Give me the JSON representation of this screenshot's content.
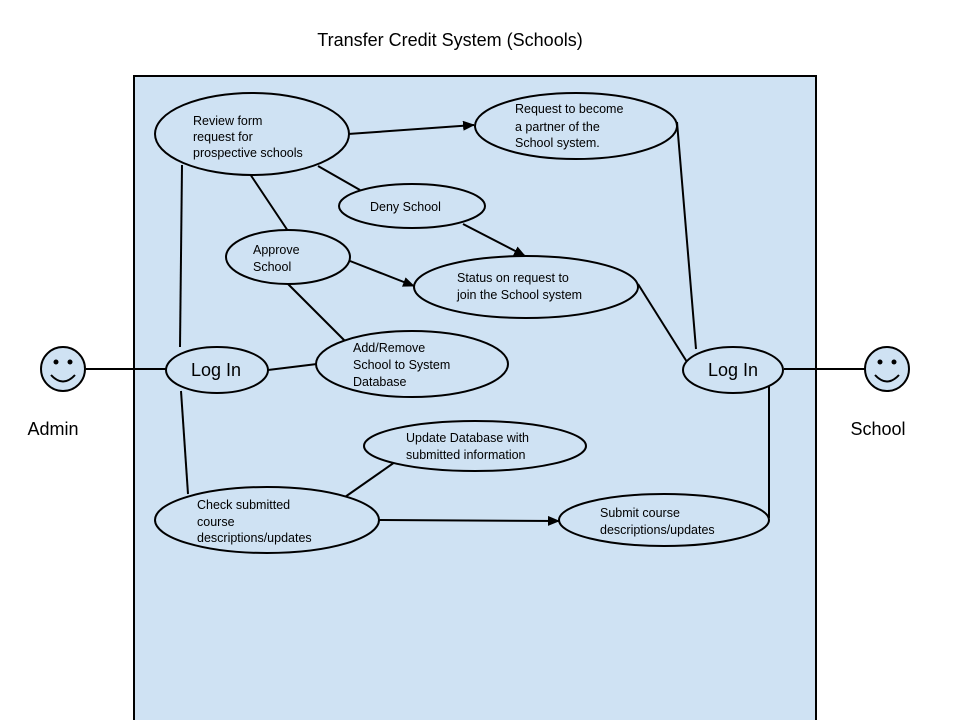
{
  "title": "Transfer Credit System (Schools)",
  "colors": {
    "system_fill": "#cfe2f3",
    "stroke": "#000000",
    "background": "#ffffff"
  },
  "actors": {
    "admin": {
      "label": "Admin",
      "icon": "smiley-face-icon"
    },
    "school": {
      "label": "School",
      "icon": "smiley-face-icon"
    }
  },
  "use_cases": {
    "review_form": [
      "Review form",
      "request for",
      "prospective schools"
    ],
    "request_partner": [
      "Request to become",
      "a partner of the",
      "School system."
    ],
    "deny_school": [
      "Deny School"
    ],
    "approve_school": [
      "Approve",
      "School"
    ],
    "status_request": [
      "Status on request to",
      "join the School system"
    ],
    "admin_login": [
      "Log In"
    ],
    "add_remove": [
      "Add/Remove",
      "School to System",
      "Database"
    ],
    "school_login": [
      "Log In"
    ],
    "update_database": [
      "Update Database with",
      "submitted information"
    ],
    "check_submitted": [
      "Check submitted",
      "course",
      "descriptions/updates"
    ],
    "submit_course": [
      "Submit course",
      "descriptions/updates"
    ]
  }
}
